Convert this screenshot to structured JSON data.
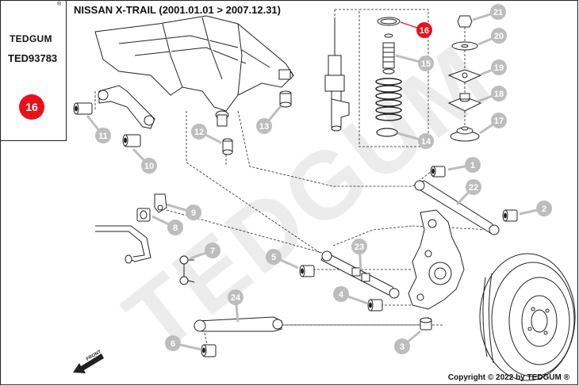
{
  "header": {
    "title": "NISSAN X-TRAIL  (2001.01.01 > 2007.12.31)"
  },
  "brand": {
    "name": "TEDGUM",
    "part_code": "TED93783",
    "highlight_number": "16",
    "registered_mark": "®",
    "watermark": "TEDGUM"
  },
  "footer": {
    "copyright": "Copyright © 2022 by TEDGUM ®"
  },
  "direction": {
    "label": "FRONT"
  },
  "colors": {
    "highlight": "#e8111b",
    "callout_fill": "#bdbdbd",
    "line": "#222222",
    "watermark": "#ececec"
  },
  "callouts": [
    "1",
    "2",
    "3",
    "4",
    "5",
    "6",
    "7",
    "8",
    "9",
    "10",
    "11",
    "12",
    "13",
    "14",
    "15",
    "16",
    "17",
    "18",
    "19",
    "20",
    "21",
    "22",
    "23",
    "24"
  ]
}
